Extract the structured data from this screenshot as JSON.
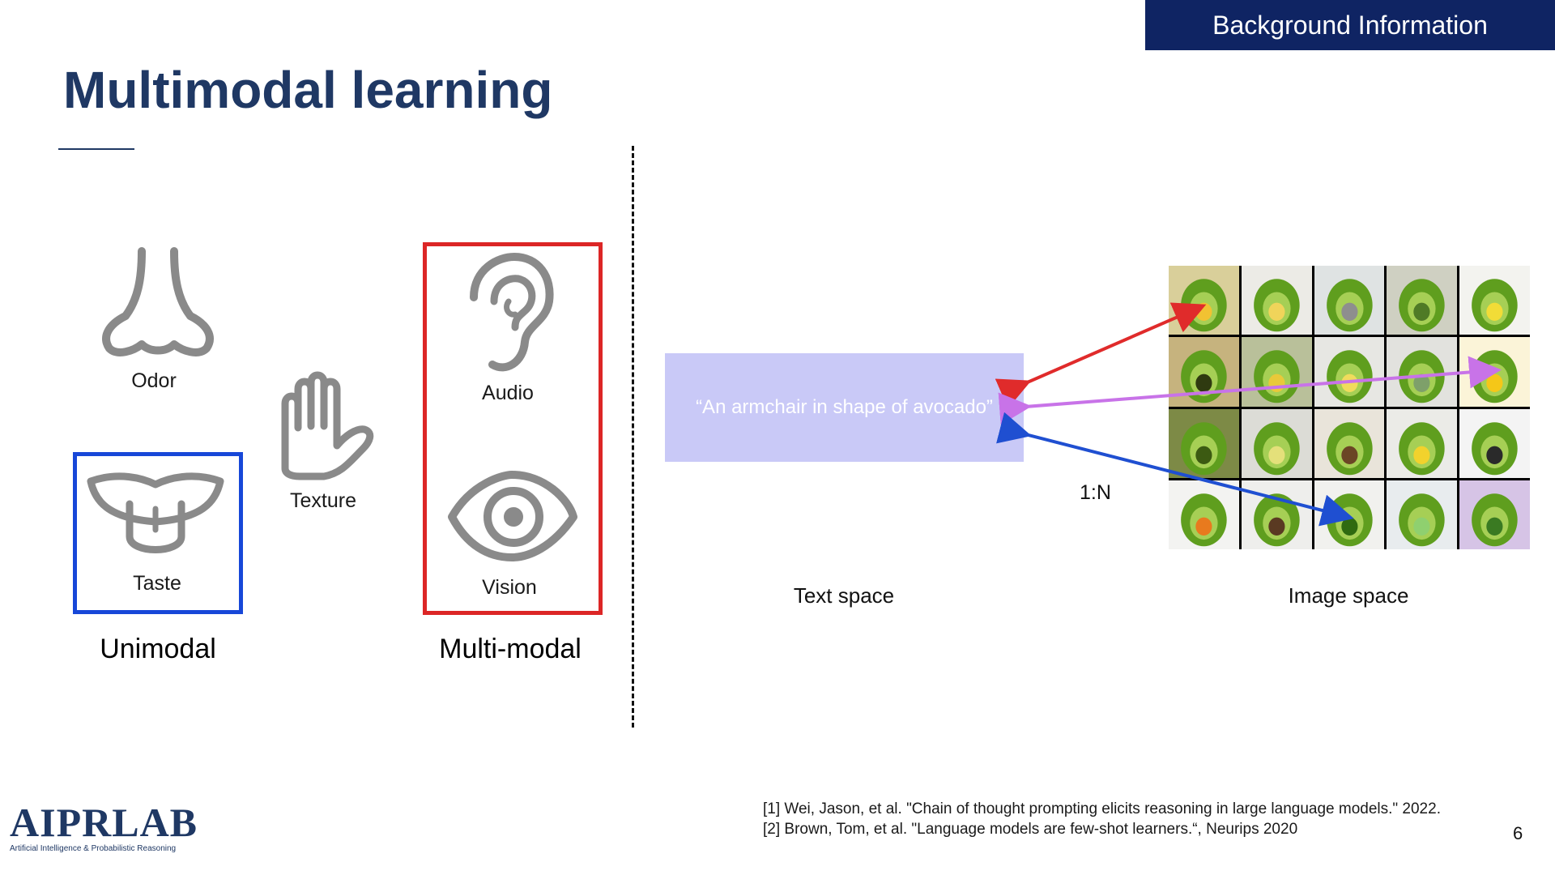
{
  "header": {
    "section": "Background Information",
    "title": "Multimodal learning"
  },
  "senses": {
    "odor": "Odor",
    "taste": "Taste",
    "texture": "Texture",
    "audio": "Audio",
    "vision": "Vision"
  },
  "groups": {
    "unimodal": "Unimodal",
    "multimodal": "Multi-modal"
  },
  "text_space": {
    "prompt": "“An armchair in shape of avocado”",
    "label": "Text space"
  },
  "image_space": {
    "label": "Image space",
    "mapping": "1:N"
  },
  "arrows": {
    "colors": [
      "#e02b2b",
      "#c873e8",
      "#1f4fd1"
    ]
  },
  "references": [
    "[1] Wei, Jason, et al. \"Chain of thought prompting elicits reasoning in large language models.\" 2022.",
    "[2] Brown, Tom, et al. \"Language models are few-shot learners.“, Neurips 2020"
  ],
  "page_number": "6",
  "logo": {
    "main": "AIPRLAB",
    "subtitle": "Artificial Intelligence & Probabilistic Reasoning"
  }
}
